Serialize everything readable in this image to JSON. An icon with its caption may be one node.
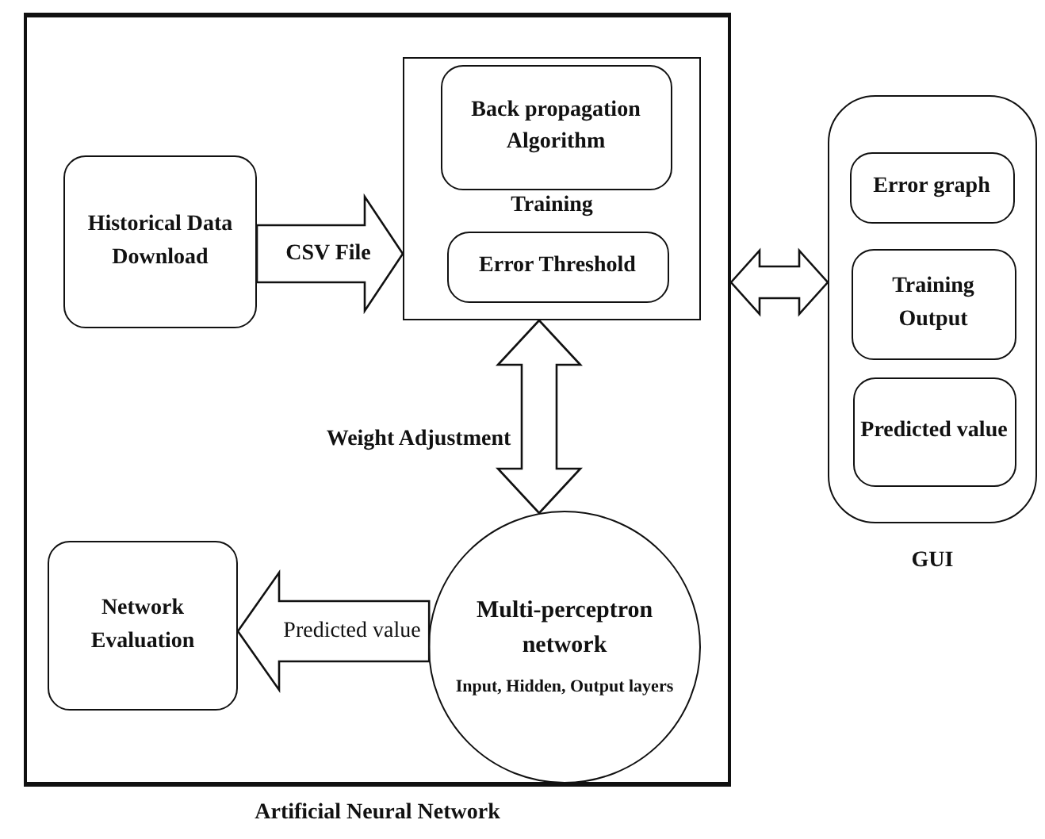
{
  "diagram": {
    "nodes": [
      {
        "text": [
          "Artificial Neural Network"
        ]
      },
      {
        "text": [
          "Historical Data Download"
        ],
        "in": 0
      },
      {
        "text": [
          "Training"
        ],
        "in": 0
      },
      {
        "text": [
          "Back propagation Algorithm"
        ],
        "in": 2
      },
      {
        "text": [
          "Error Threshold"
        ],
        "in": 2
      },
      {
        "text": [
          "Multi-perceptron network",
          "Input, Hidden, Output layers"
        ],
        "in": 0
      },
      {
        "text": [
          "Network Evaluation"
        ],
        "in": 0
      },
      {
        "text": [
          "GUI"
        ]
      },
      {
        "text": [
          "Error graph"
        ],
        "in": 7
      },
      {
        "text": [
          "Training Output"
        ],
        "in": 7
      },
      {
        "text": [
          "Predicted value"
        ],
        "in": 7
      }
    ],
    "edges": [
      {
        "from": 1,
        "to": 2,
        "arrow": "to",
        "label": "CSV File"
      },
      {
        "from": 2,
        "to": 5,
        "arrow": "both",
        "label": "Weight Adjustment"
      },
      {
        "from": 5,
        "to": 6,
        "arrow": "to",
        "label": "Predicted value"
      },
      {
        "from": 0,
        "to": 7,
        "arrow": "both"
      }
    ]
  }
}
